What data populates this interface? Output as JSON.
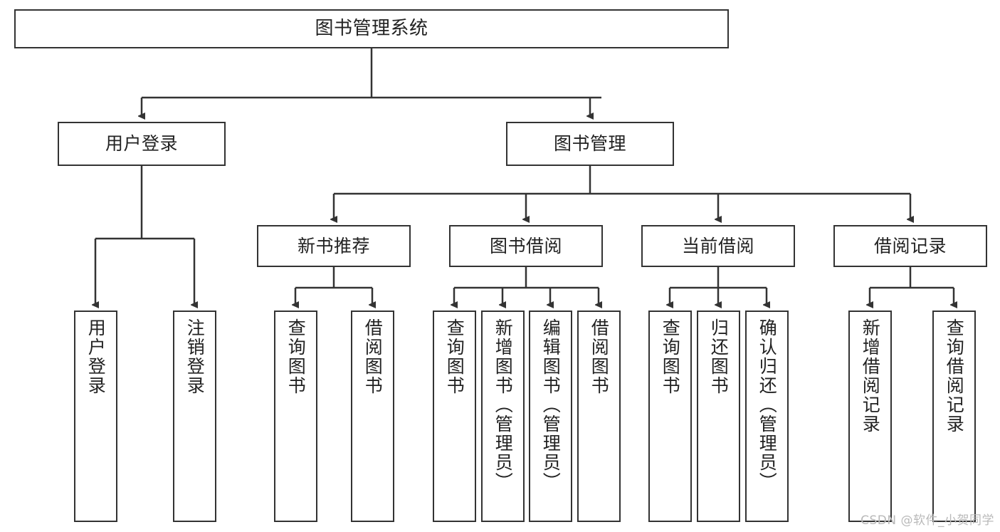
{
  "diagram": {
    "title": "图书管理系统",
    "type": "tree-hierarchy-flowchart",
    "colors": {
      "box_border": "#333333",
      "box_fill": "#ffffff",
      "edge": "#333333",
      "text": "#222222",
      "watermark": "#b9b9b9",
      "background": "#ffffff"
    },
    "root": {
      "label": "图书管理系统"
    },
    "level2": [
      {
        "label": "用户登录"
      },
      {
        "label": "图书管理"
      }
    ],
    "level3": [
      {
        "label": "新书推荐"
      },
      {
        "label": "图书借阅"
      },
      {
        "label": "当前借阅"
      },
      {
        "label": "借阅记录"
      }
    ],
    "leaves": {
      "user_login": [
        {
          "label": "用户登录"
        },
        {
          "label": "注销登录"
        }
      ],
      "new_book_recommend": [
        {
          "label": "查询图书"
        },
        {
          "label": "借阅图书"
        }
      ],
      "book_borrow": [
        {
          "label": "查询图书"
        },
        {
          "label": "新增图书（管理员）"
        },
        {
          "label": "编辑图书（管理员）"
        },
        {
          "label": "借阅图书"
        }
      ],
      "current_borrow": [
        {
          "label": "查询图书"
        },
        {
          "label": "归还图书"
        },
        {
          "label": "确认归还（管理员）"
        }
      ],
      "borrow_records": [
        {
          "label": "新增借阅记录"
        },
        {
          "label": "查询借阅记录"
        }
      ]
    }
  },
  "watermark": {
    "text": "CSDN @软件_小贺同学"
  }
}
